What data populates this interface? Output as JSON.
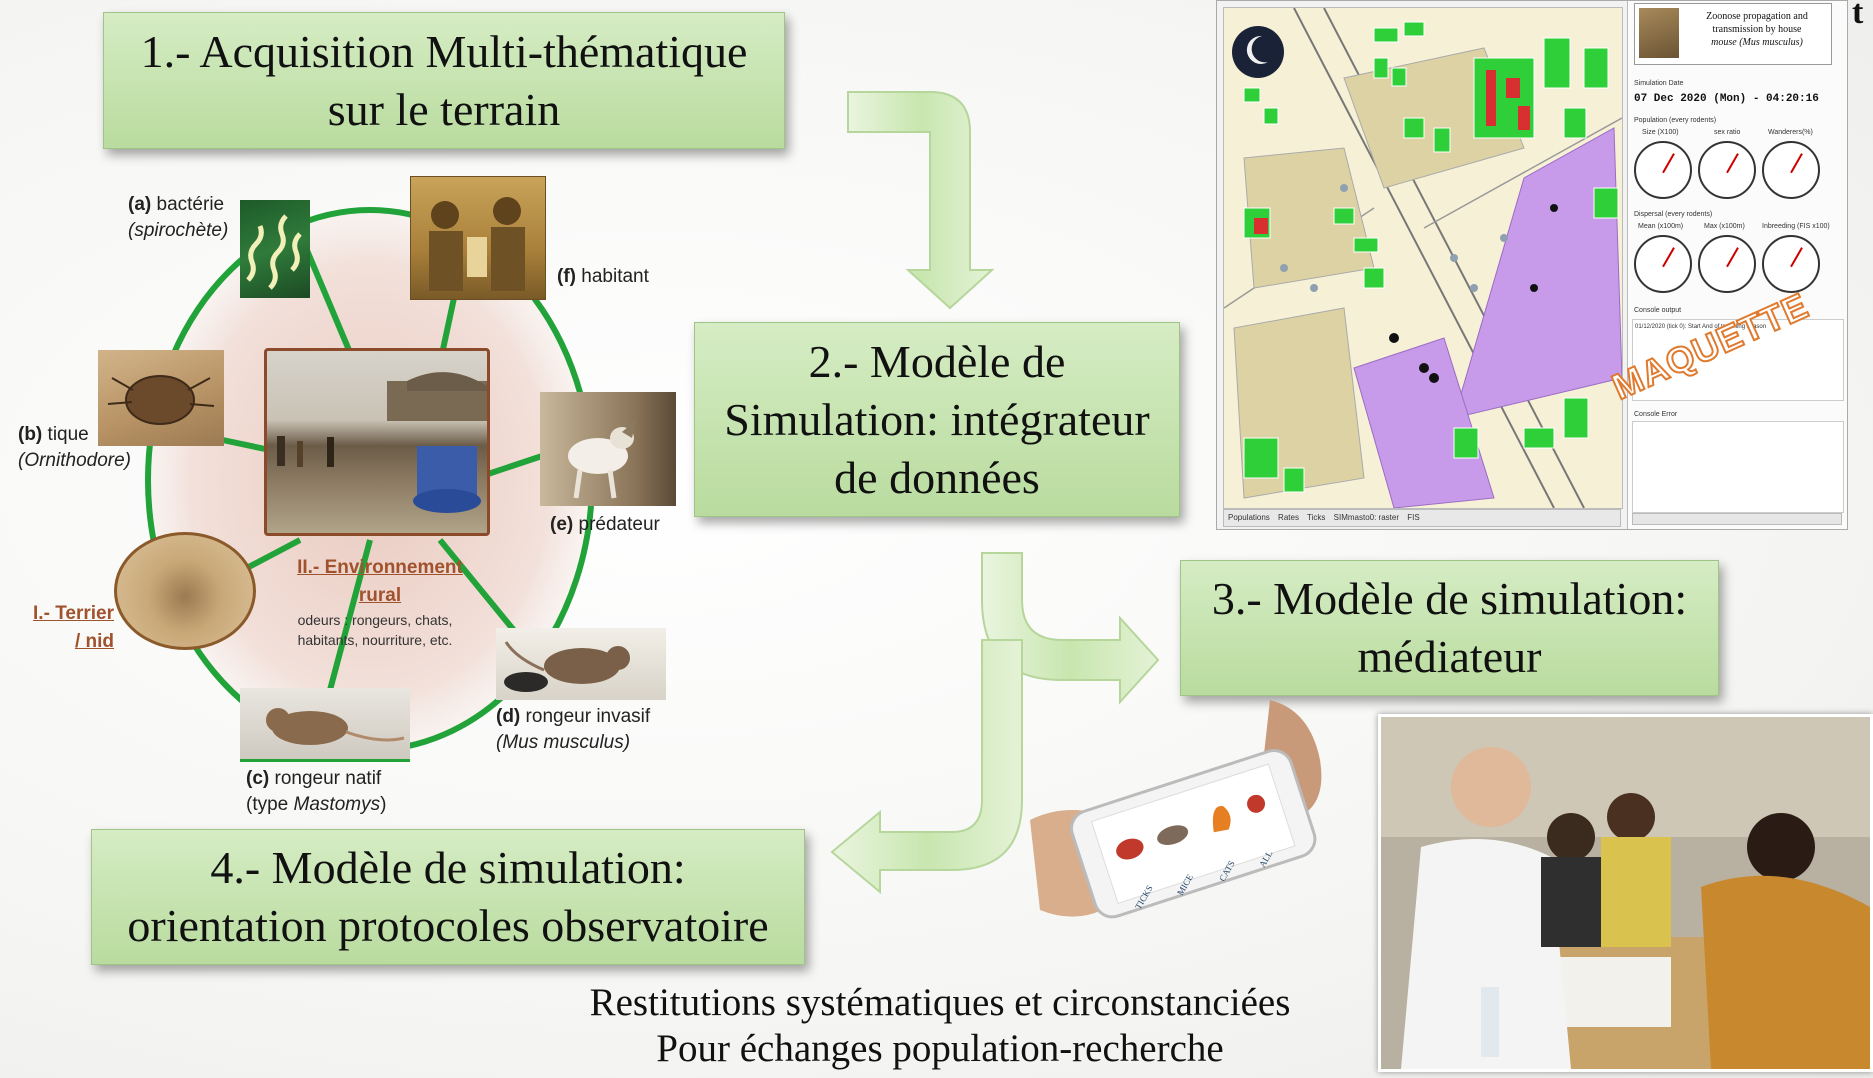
{
  "steps": {
    "step1": {
      "line1": "1.- Acquisition Multi-thématique",
      "line2": "sur le terrain"
    },
    "step2": {
      "line1": "2.- Modèle de",
      "line2": "Simulation: intégrateur",
      "line3": "de données"
    },
    "step3": {
      "line1": "3.- Modèle de simulation:",
      "line2": "médiateur"
    },
    "step4": {
      "line1": "4.- Modèle de simulation:",
      "line2": "orientation protocoles observatoire"
    }
  },
  "ecosystem": {
    "center_title_line1": "II.- Environnement",
    "center_title_line2": "rural",
    "center_sub_line1": "odeurs : rongeurs, chats,",
    "center_sub_line2": "habitants, nourriture, etc.",
    "terrier_line1": "I.- Terrier",
    "terrier_line2": "/ nid",
    "a_tag": "(a)",
    "a_name": "bactérie",
    "a_sci": "(spirochète)",
    "b_tag": "(b)",
    "b_name": "tique",
    "b_sci": "(Ornithodore)",
    "c_tag": "(c)",
    "c_name": "rongeur natif",
    "c_sci_pre": "(type ",
    "c_sci": "Mastomys",
    "c_sci_post": ")",
    "d_tag": "(d)",
    "d_name": "rongeur invasif",
    "d_sci": "(Mus musculus)",
    "e_tag": "(e)",
    "e_name": "prédateur",
    "f_tag": "(f)",
    "f_name": "habitant"
  },
  "simulation_app": {
    "title_line1": "Zoonose propagation and",
    "title_line2": "transmission by house",
    "title_line3": "mouse (Mus musculus)",
    "sim_date_label": "Simulation Date",
    "sim_date": "07 Dec 2020 (Mon) - 04:20:16",
    "population_label": "Population (every rodents)",
    "pop_g1": "Size (X100)",
    "pop_g2": "sex ratio",
    "pop_g3": "Wanderers(%)",
    "dispersal_label": "Dispersal (every rodents)",
    "disp_g1": "Mean (x100m)",
    "disp_g2": "Max (x100m)",
    "disp_g3": "Inbreeding (FIS x100)",
    "console_output_label": "Console output",
    "console_line": "01/12/2020 (tick 0): Start And of travelling season",
    "console_error_label": "Console Error",
    "tabs": [
      "Populations",
      "Rates",
      "Ticks",
      "SIMmasto0: raster",
      "FIS"
    ],
    "watermark": "MAQUETTE"
  },
  "phone_app": {
    "labels": [
      "TICKS",
      "MICE",
      "CATS",
      "ALL"
    ]
  },
  "footer": {
    "line1": "Restitutions systématiques et circonstanciées",
    "line2": "Pour échanges population-recherche"
  },
  "colors": {
    "box_green": "#c5e3af",
    "ring_green": "#22a33a",
    "arrow_green": "#cfe8b8",
    "accent_brown": "#a0522d",
    "sim_purple": "#c79bea",
    "sim_building_green": "#2fcf3a",
    "sim_red": "#d83030"
  }
}
